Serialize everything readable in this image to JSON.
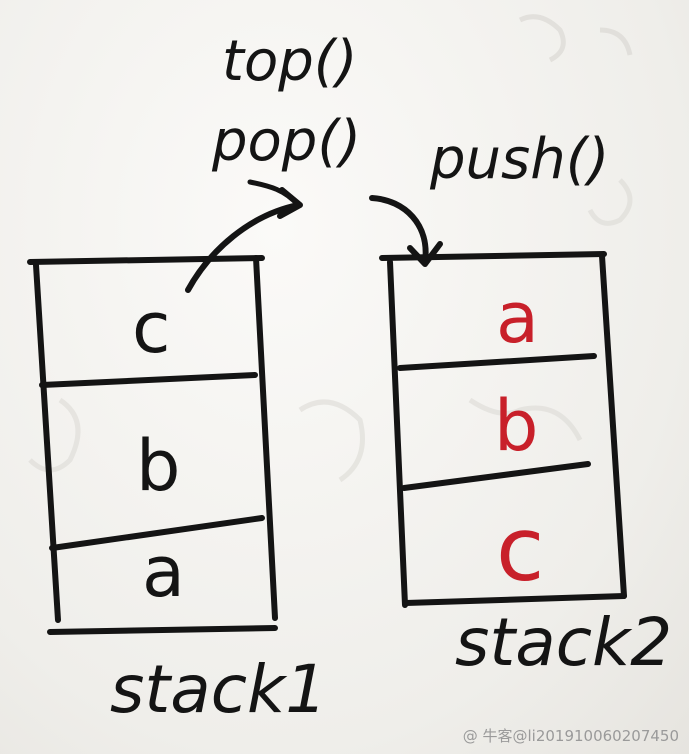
{
  "operations": {
    "top": "top()",
    "pop": "pop()",
    "push": "push()"
  },
  "stack1": {
    "name": "stack1",
    "cells": [
      "c",
      "b",
      "a"
    ]
  },
  "stack2": {
    "name": "stack2",
    "cells": [
      "a",
      "b",
      "c"
    ]
  },
  "watermark": "@ 牛客@li201910060207450",
  "colors": {
    "ink": "#141414",
    "red_ink": "#c8202a",
    "paper": "#f4f3f0"
  }
}
